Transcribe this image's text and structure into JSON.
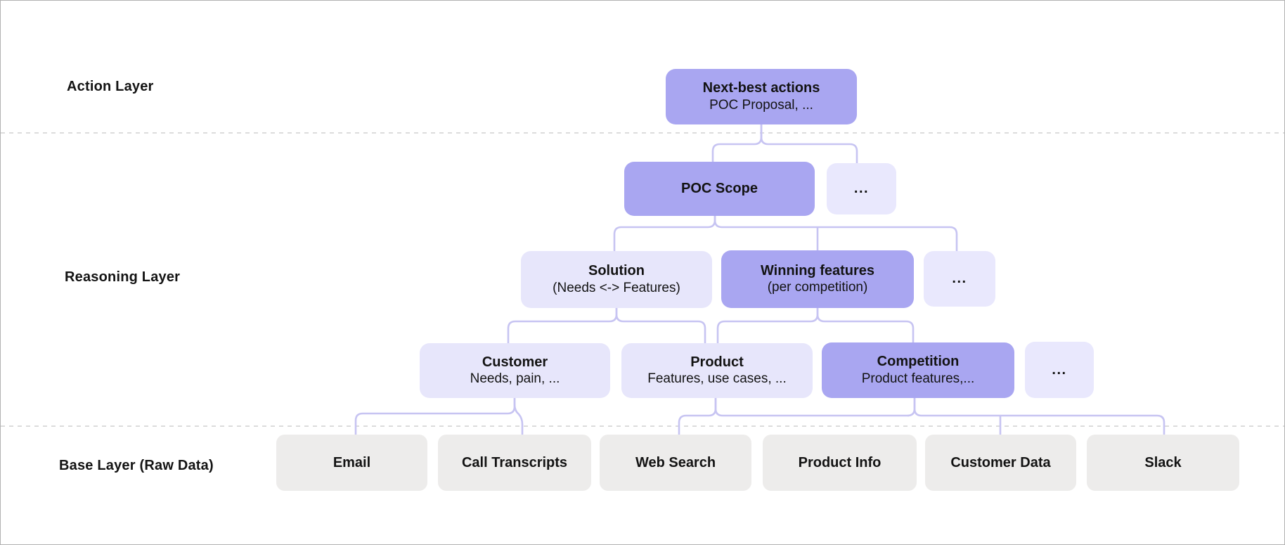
{
  "diagram": {
    "layer_labels": {
      "action": "Action Layer",
      "reasoning": "Reasoning Layer",
      "base": "Base Layer (Raw Data)"
    },
    "nodes": {
      "next_best_actions": {
        "title": "Next-best actions",
        "subtitle": "POC Proposal, ..."
      },
      "poc_scope": {
        "title": "POC Scope"
      },
      "more_row2": {
        "title": "..."
      },
      "solution": {
        "title": "Solution",
        "subtitle": "(Needs <-> Features)"
      },
      "winning_features": {
        "title": "Winning features",
        "subtitle": "(per competition)"
      },
      "more_row3": {
        "title": "..."
      },
      "customer": {
        "title": "Customer",
        "subtitle": "Needs, pain, ..."
      },
      "product": {
        "title": "Product",
        "subtitle": "Features, use cases, ..."
      },
      "competition": {
        "title": "Competition",
        "subtitle": "Product features,..."
      },
      "more_row4": {
        "title": "..."
      },
      "email": {
        "title": "Email"
      },
      "call_transcripts": {
        "title": "Call Transcripts"
      },
      "web_search": {
        "title": "Web Search"
      },
      "product_info": {
        "title": "Product Info"
      },
      "customer_data": {
        "title": "Customer Data"
      },
      "slack": {
        "title": "Slack"
      }
    },
    "colors": {
      "node_accent": "#a9a6f1",
      "node_light": "#e7e6fb",
      "node_gray": "#edeceb",
      "connector": "#c7c4f2",
      "divider": "#dcdcdc",
      "text": "#131313"
    }
  }
}
